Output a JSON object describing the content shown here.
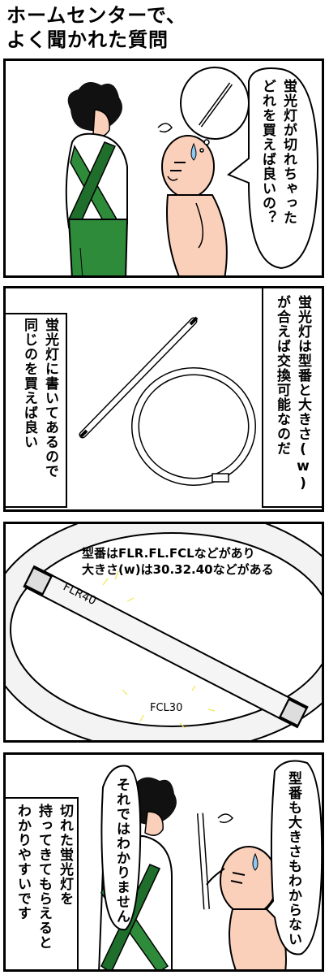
{
  "title": {
    "line1": "ホームセンターで、",
    "line2": "よく聞かれた質問"
  },
  "panel1": {
    "speech": "蛍光灯が切れちゃった\nどれを買えば良いの？"
  },
  "panel2": {
    "right_text": "蛍光灯は型番と大きさ(w)\nが合えば交換可能なのだ",
    "left_text": "蛍光灯に書いてあるので\n同じのを買えば良い"
  },
  "panel3": {
    "caption_line1": "型番はFLR.FL.FCLなどがあり",
    "caption_line2": "大きさ(w)は30.32.40などがある",
    "tube_label": "FLR40",
    "ring_label": "FCL30"
  },
  "panel4": {
    "right_speech": "型番も大きさもわからない",
    "middle_speech": "それではわかりません",
    "left_text": "切れた蛍光灯を\n持ってきてもらえると\nわかりやすいです"
  },
  "colors": {
    "skin": "#fbd0bb",
    "apron": "#2e8b3a",
    "apron_dark": "#1f6e2c",
    "pants": "#1e3f9a",
    "sweat": "#8ec8f0",
    "glow": "#f2e84a"
  }
}
